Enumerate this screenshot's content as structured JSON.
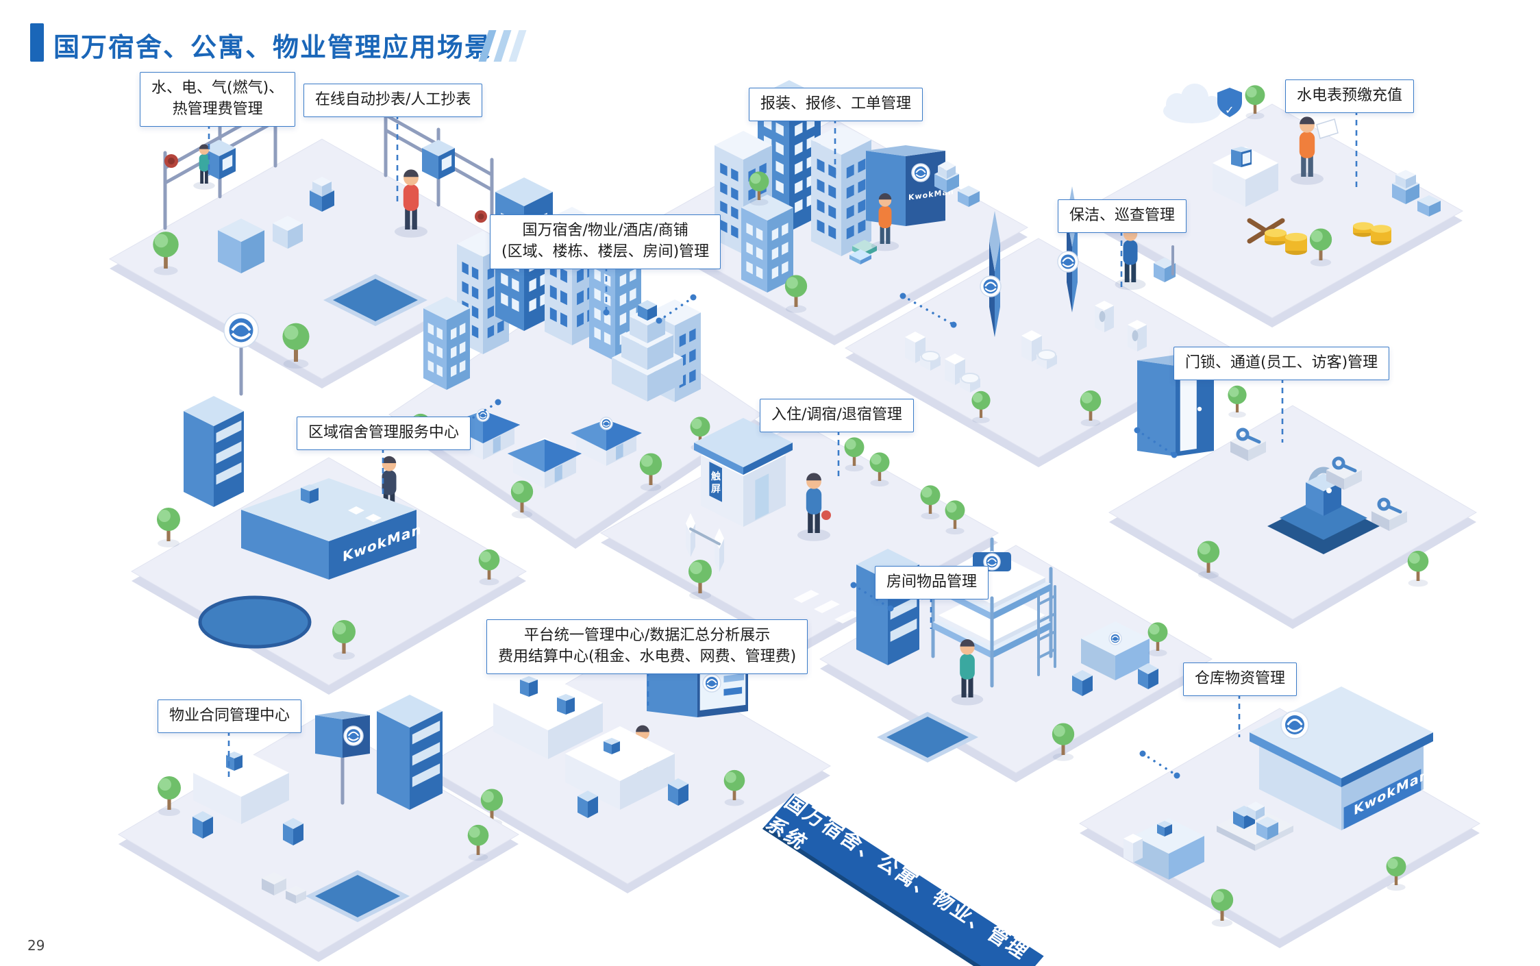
{
  "page": {
    "title": "国万宿舍、公寓、物业管理应用场景",
    "page_number": "29",
    "brand": "KwokMan"
  },
  "ribbon": {
    "text": "国万宿舍、公寓、物业、管理系统"
  },
  "labels": {
    "utilities": {
      "line1": "水、电、气(燃气)、",
      "line2": "热管理费管理"
    },
    "meter_reading": {
      "text": "在线自动抄表/人工抄表"
    },
    "repair_workorder": {
      "text": "报装、报修、工单管理"
    },
    "prepay_recharge": {
      "text": "水电表预缴充值"
    },
    "property_scope": {
      "line1": "国万宿舍/物业/酒店/商铺",
      "line2": "(区域、楼栋、楼层、房间)管理"
    },
    "cleaning_inspection": {
      "text": "保洁、巡查管理"
    },
    "door_access": {
      "text": "门锁、通道(员工、访客)管理"
    },
    "regional_center": {
      "text": "区域宿舍管理服务中心"
    },
    "check_in": {
      "text": "入住/调宿/退宿管理"
    },
    "room_items": {
      "text": "房间物品管理"
    },
    "platform_center": {
      "line1": "平台统一管理中心/数据汇总分析展示",
      "line2": "费用结算中心(租金、水电费、网费、管理费)"
    },
    "contract_center": {
      "text": "物业合同管理中心"
    },
    "warehouse": {
      "text": "仓库物资管理"
    },
    "kiosk_sign": {
      "text": "触屏"
    }
  },
  "colors": {
    "accent_blue": "#1a66b8",
    "line_blue": "#3a7bc8",
    "ribbon_blue": "#1f5fae",
    "platform": "#edeff8",
    "tree_green": "#6fbf6a",
    "coin_gold": "#f0b929"
  }
}
